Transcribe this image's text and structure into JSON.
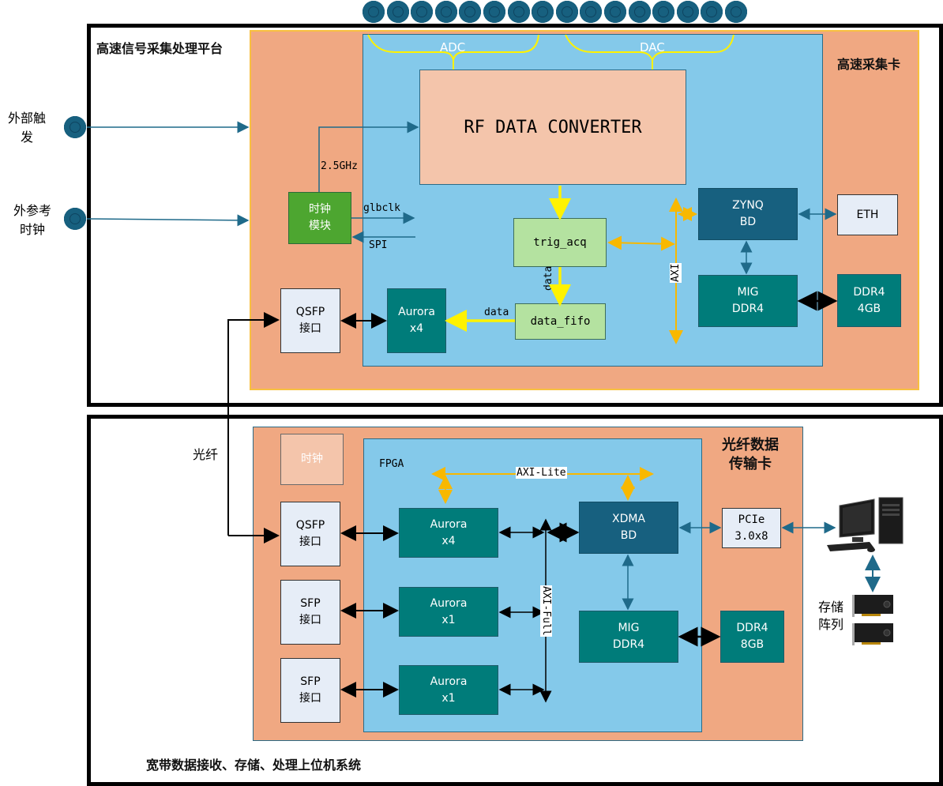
{
  "top_system": {
    "title": "高速信号采集处理平台",
    "card_title": "高速采集卡",
    "inputs": [
      {
        "label": "外部触\n发"
      },
      {
        "label": "外参考\n时钟"
      }
    ],
    "connector_count": 16,
    "fpga": {
      "adc_label": "ADC",
      "dac_label": "DAC",
      "rf_block": "RF DATA CONVERTER",
      "clock_freq_label": "2.5GHz",
      "glbclk_label": "glbclk",
      "spi_label": "SPI",
      "trig_acq": "trig_acq",
      "data_fifo": "data_fifo",
      "data_label_vertical": "data",
      "data_label_horizontal": "data",
      "aurora": "Aurora\nx4",
      "axi_label": "AXI",
      "zynq": "ZYNQ\nBD",
      "mig": "MIG\nDDR4"
    },
    "clock_module": "时钟\n模块",
    "qsfp": "QSFP\n接口",
    "eth": "ETH",
    "ddr": "DDR4\n4GB"
  },
  "bottom_system": {
    "title": "宽带数据接收、存储、处理上位机系统",
    "card_title": "光纤数据\n传输卡",
    "fiber_label": "光纤",
    "clock_block": "时钟",
    "fpga": {
      "label": "FPGA",
      "axi_lite_label": "AXI-Lite",
      "axi_full_label": "AXI-Full",
      "auroras": [
        "Aurora\nx4",
        "Aurora\nx1",
        "Aurora\nx1"
      ],
      "xdma": "XDMA\nBD",
      "mig": "MIG\nDDR4"
    },
    "ports": [
      "QSFP\n接口",
      "SFP\n接口",
      "SFP\n接口"
    ],
    "pcie": "PCIe\n3.0x8",
    "ddr": "DDR4\n8GB",
    "storage_label": "存储\n阵列"
  },
  "colors": {
    "board": "#F0A882",
    "fpga": "#84C9EA",
    "teal_block": "#007C7A",
    "navy_block": "#17607F",
    "axi_bus": "#F8B800",
    "data_path": "#FFF200",
    "clock_block": "#4DA630",
    "link": "#1F6A8A"
  }
}
